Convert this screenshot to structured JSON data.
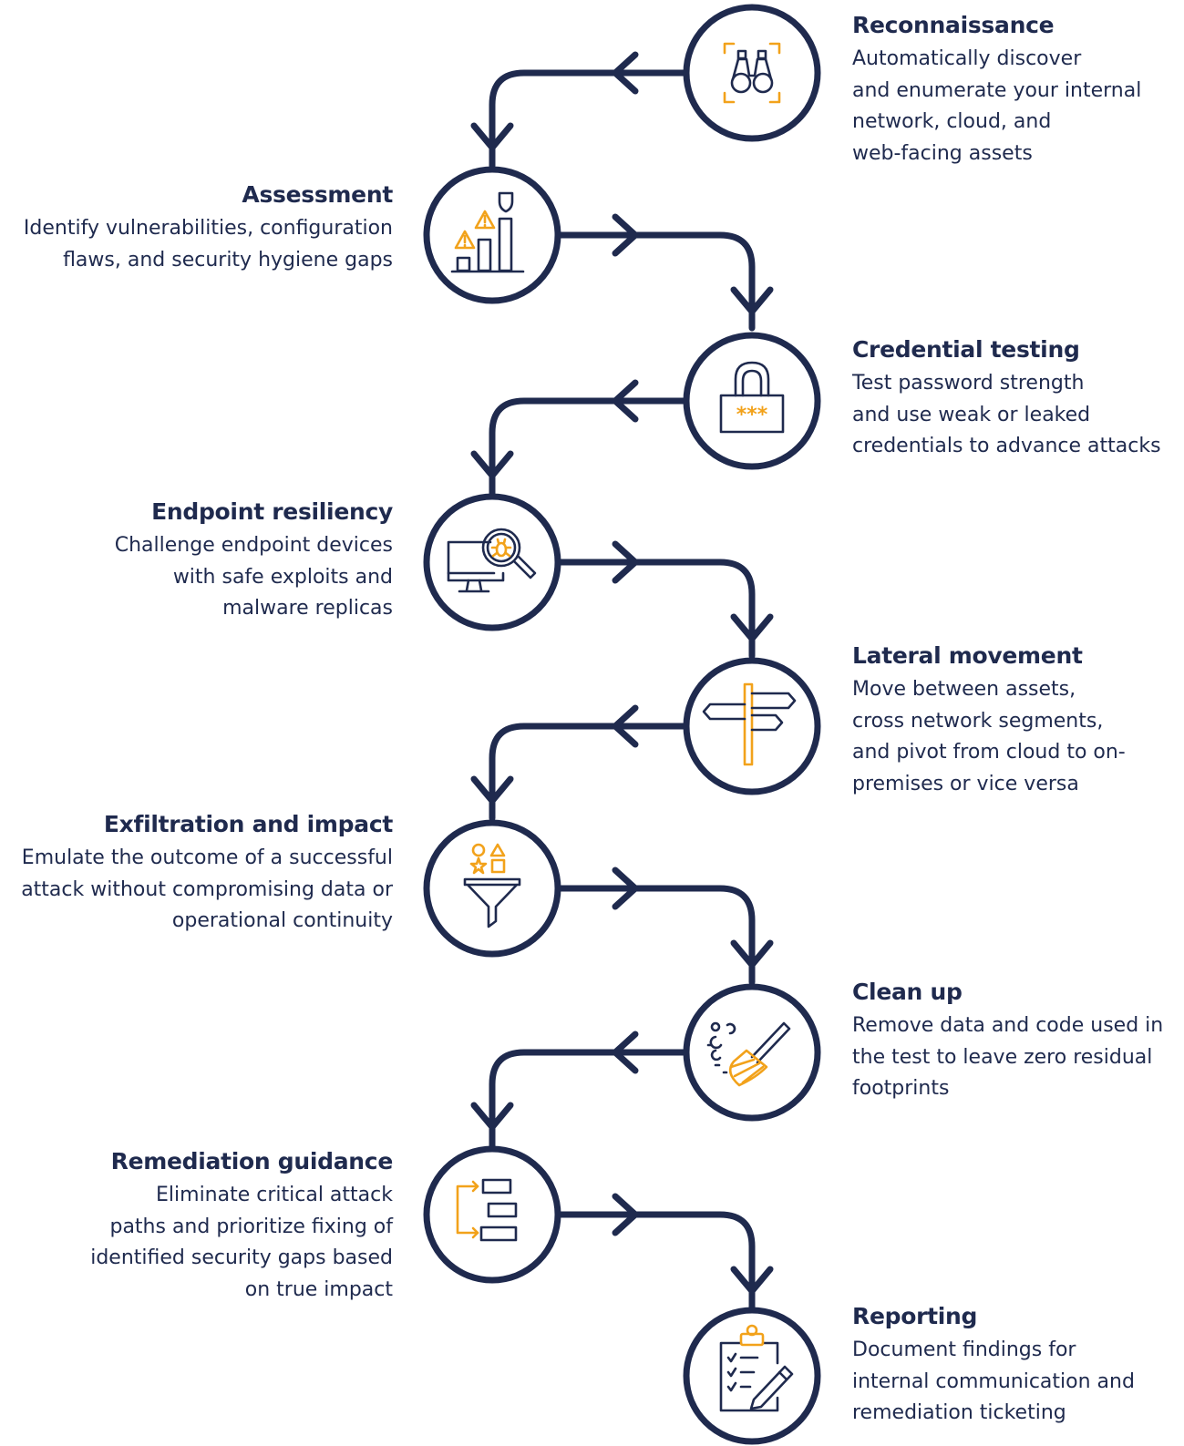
{
  "colors": {
    "navy": "#1f2a4e",
    "accent": "#f2a21b",
    "background": "#ffffff"
  },
  "steps": [
    {
      "title": "Reconnaissance",
      "description": "Automatically discover\nand enumerate your internal\nnetwork, cloud, and\nweb-facing assets",
      "icon": "binoculars-icon"
    },
    {
      "title": "Assessment",
      "description": "Identify vulnerabilities, configuration\nflaws, and security hygiene gaps",
      "icon": "bar-chart-warning-icon"
    },
    {
      "title": "Credential testing",
      "description": "Test password strength\n and use weak or leaked\ncredentials to advance attacks",
      "icon": "padlock-icon"
    },
    {
      "title": "Endpoint resiliency",
      "description": "Challenge endpoint devices\nwith safe exploits and\nmalware replicas",
      "icon": "monitor-bug-icon"
    },
    {
      "title": "Lateral movement",
      "description": "Move between assets,\ncross network segments,\nand pivot from cloud to on-\npremises or vice versa",
      "icon": "signpost-icon"
    },
    {
      "title": "Exfiltration and impact",
      "description": "Emulate the outcome of a successful\nattack without compromising data or\noperational continuity",
      "icon": "funnel-icon"
    },
    {
      "title": "Clean up",
      "description": "Remove data and code used in\nthe test to leave zero residual\nfootprints",
      "icon": "broom-icon"
    },
    {
      "title": "Remediation guidance",
      "description": "Eliminate critical attack\npaths and prioritize fixing of\nidentified security gaps based\non true impact",
      "icon": "flowchart-icon"
    },
    {
      "title": "Reporting",
      "description": "Document findings for\ninternal communication and\nremediation ticketing",
      "icon": "clipboard-pen-icon"
    }
  ]
}
